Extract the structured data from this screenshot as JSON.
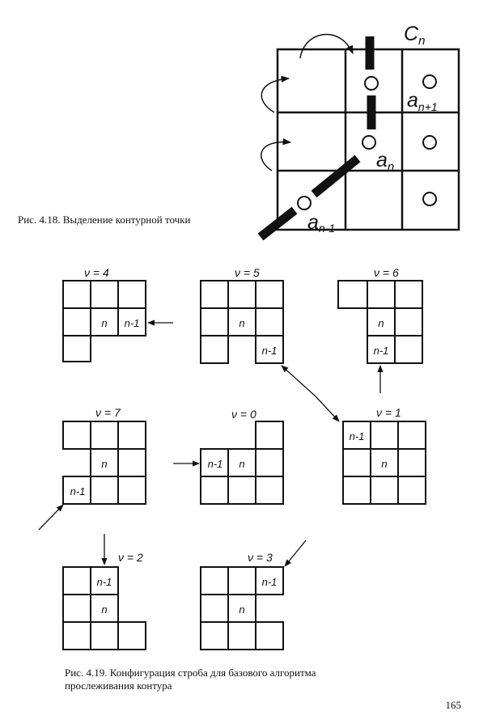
{
  "figure_4_18": {
    "caption": "Рис. 4.18. Выделение контурной точки",
    "labels": {
      "c_n": "C",
      "c_n_sub": "n",
      "a_next": "a",
      "a_next_sub": "n+1",
      "a_cur": "a",
      "a_cur_sub": "n",
      "a_prev": "a",
      "a_prev_sub": "n-1"
    }
  },
  "figure_4_19": {
    "caption_line1": "Рис. 4.19. Конфигурация строба для базового алгоритма",
    "caption_line2": "прослеживания контура",
    "configs": [
      {
        "title": "ν = 4",
        "n": "n",
        "prev": "n-1"
      },
      {
        "title": "ν = 5",
        "n": "n",
        "prev": "n-1"
      },
      {
        "title": "ν = 6",
        "n": "n",
        "prev": "n-1"
      },
      {
        "title": "ν = 7",
        "n": "n",
        "prev": "n-1"
      },
      {
        "title": "ν = 0",
        "n": "n",
        "prev": "n-1"
      },
      {
        "title": "ν = 1",
        "n": "n",
        "prev": "n-1"
      },
      {
        "title": "ν = 2",
        "n": "n",
        "prev": "n-1"
      },
      {
        "title": "ν = 3",
        "n": "n",
        "prev": "n-1"
      }
    ]
  },
  "page_number": "165"
}
